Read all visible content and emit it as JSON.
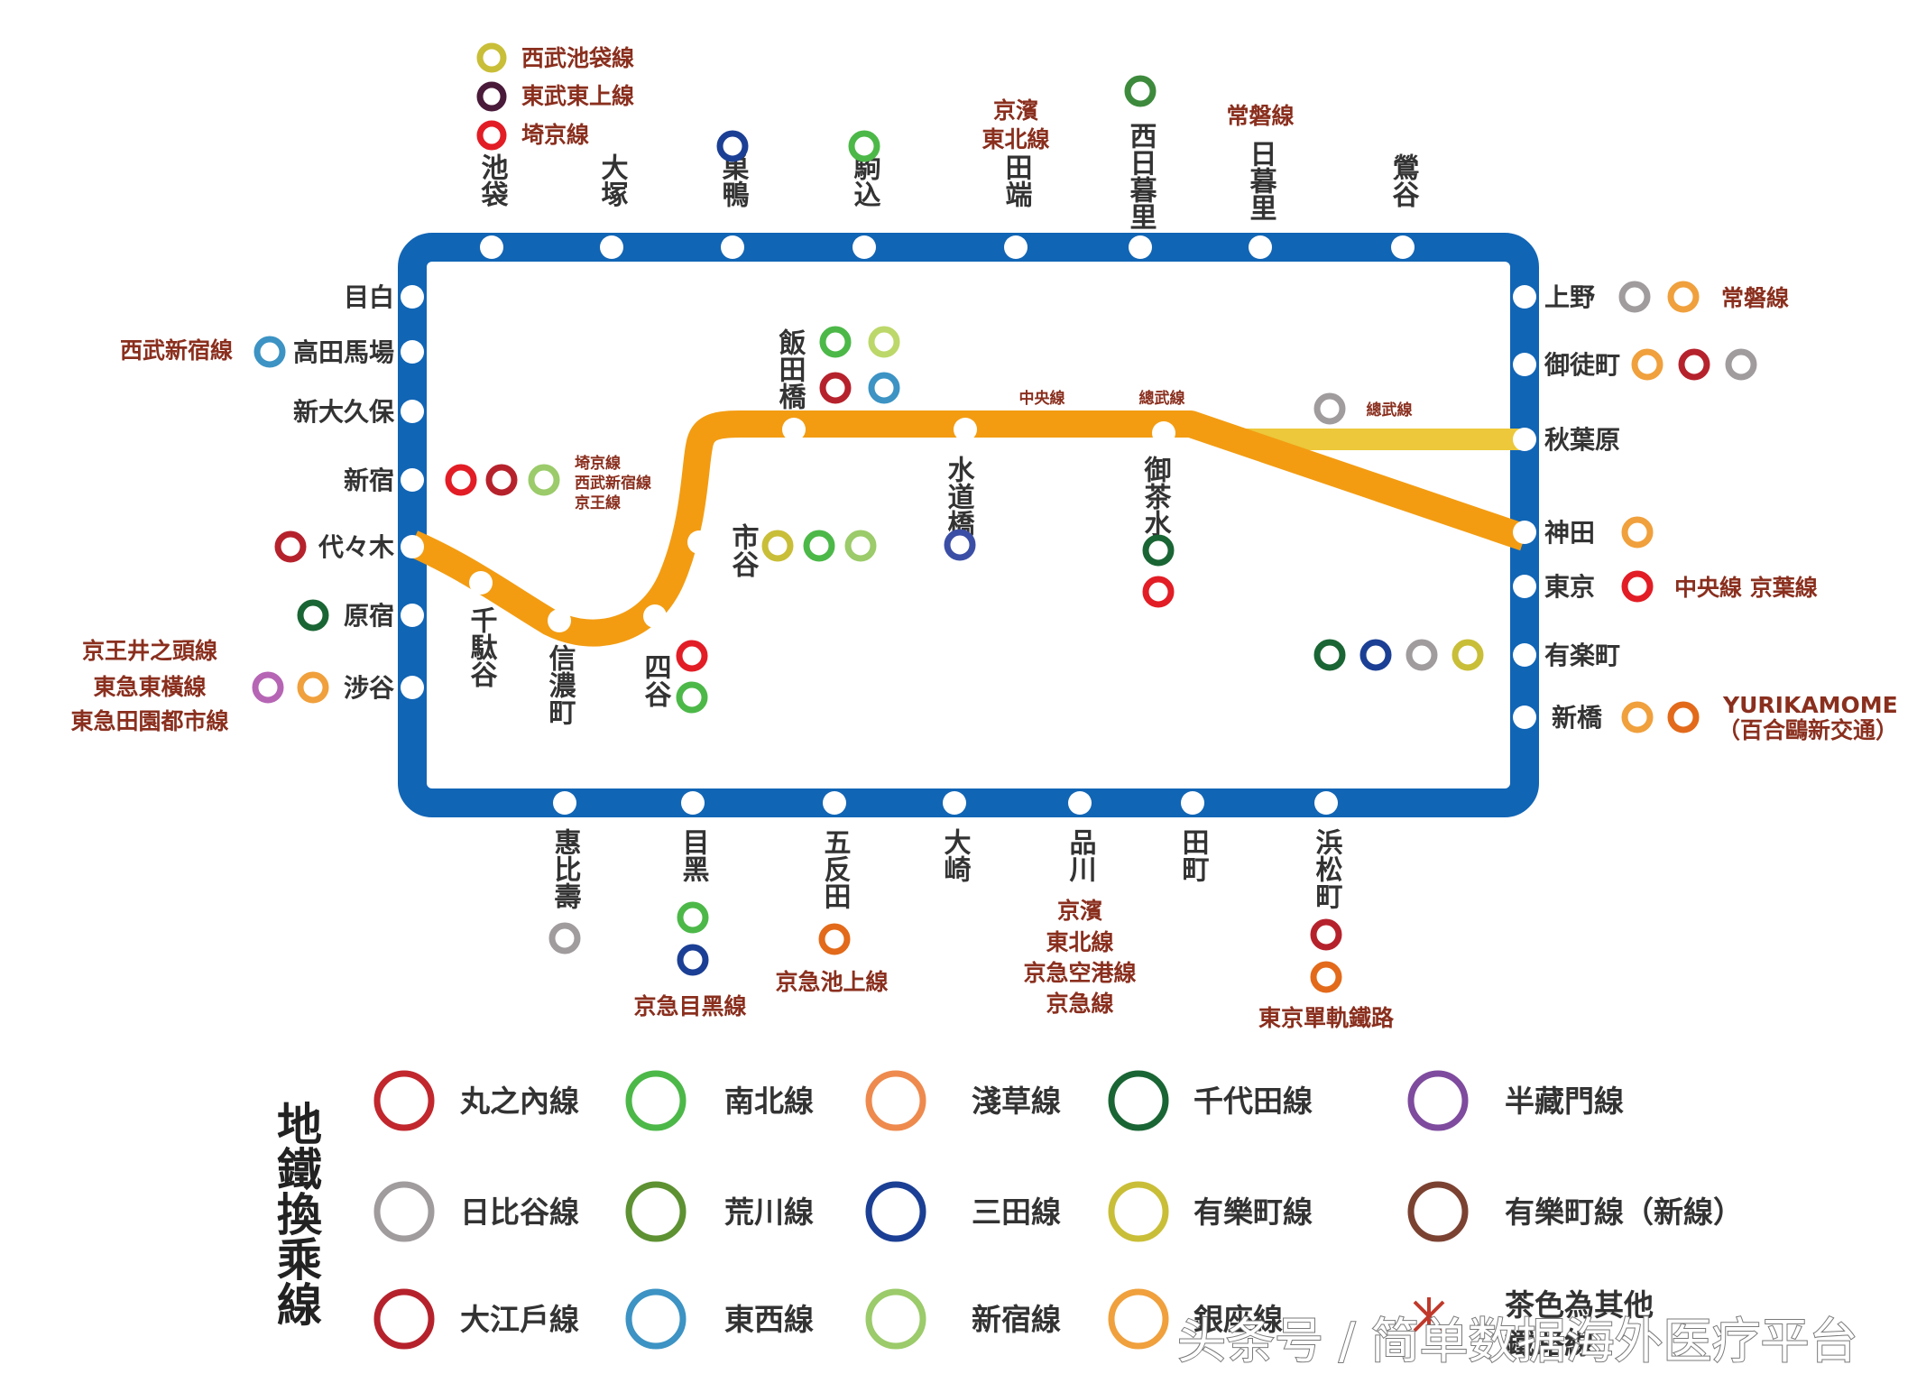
{
  "colors": {
    "yamanote": "#1165b5",
    "chuo": "#f39c12",
    "sobu": "#ecc83a",
    "xfer_text": "#8a2f1e",
    "station_text": "#333333"
  },
  "stations": {
    "top": [
      "池袋",
      "大塚",
      "巣鴨",
      "駒込",
      "田端",
      "西日暮里",
      "日暮里",
      "鶯谷"
    ],
    "left": [
      "目白",
      "高田馬場",
      "新大久保",
      "新宿",
      "代々木",
      "原宿",
      "涉谷"
    ],
    "right": [
      "上野",
      "御徒町",
      "秋葉原",
      "神田",
      "東京",
      "有楽町",
      "新橋"
    ],
    "bottom": [
      "惠比壽",
      "目黑",
      "五反田",
      "大崎",
      "品川",
      "田町",
      "浜松町"
    ],
    "chuo": [
      "千駄谷",
      "信濃町",
      "四谷",
      "市谷",
      "飯田橋",
      "水道橋",
      "御茶水"
    ]
  },
  "transfer_labels": {
    "ikebukuro": [
      "西武池袋線",
      "東武東上線",
      "埼京線"
    ],
    "tabata": [
      "京濱",
      "東北線"
    ],
    "nippori": "常磐線",
    "ueno": "常磐線",
    "takadanobaba": "西武新宿線",
    "shinjuku": [
      "埼京線",
      "西武新宿線",
      "京王線"
    ],
    "shibuya": [
      "京王井之頭線",
      "東急東橫線",
      "東急田園都市線"
    ],
    "tokyo": "中央線 京葉線",
    "shimbashi": [
      "YURIKAMOME",
      "（百合鷗新交通）"
    ],
    "meguro": "京急目黑線",
    "gotanda": "京急池上線",
    "shinagawa": [
      "京濱",
      "東北線",
      "京急空港線",
      "京急線"
    ],
    "hamamatsucho": "東京單軌鐵路",
    "chuo_line": "中央線",
    "sobu_line_1": "總武線",
    "sobu_line_2": "總武線"
  },
  "legend": {
    "title": "地鐵換乘線",
    "items": [
      {
        "name": "丸之內線",
        "color": "#c1272d"
      },
      {
        "name": "南北線",
        "color": "#4cb848"
      },
      {
        "name": "淺草線",
        "color": "#ee8a4e"
      },
      {
        "name": "千代田線",
        "color": "#1a6534"
      },
      {
        "name": "半藏門線",
        "color": "#7e4b9e"
      },
      {
        "name": "日比谷線",
        "color": "#a09b9c"
      },
      {
        "name": "荒川線",
        "color": "#5d9132"
      },
      {
        "name": "三田線",
        "color": "#1b3f94"
      },
      {
        "name": "有樂町線",
        "color": "#c9be37"
      },
      {
        "name": "有樂町線（新線）",
        "color": "#7b4232"
      },
      {
        "name": "大江戶線",
        "color": "#b6222c"
      },
      {
        "name": "東西線",
        "color": "#3c93c4"
      },
      {
        "name": "新宿線",
        "color": "#9bcb6a"
      },
      {
        "name": "銀座線",
        "color": "#f0a03c"
      }
    ],
    "other_note": [
      "茶色為其他",
      "鐵路線"
    ]
  },
  "watermark": "头条号 / 简单数据海外医疗平台"
}
